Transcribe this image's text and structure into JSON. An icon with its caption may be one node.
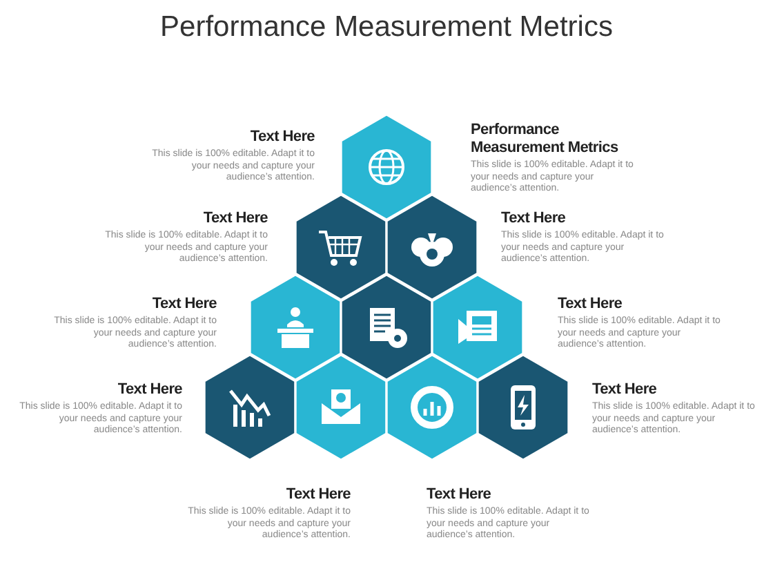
{
  "diagram": {
    "title": "Performance Measurement Metrics",
    "labels": [
      "Text Here",
      "This slide is 100% editable. Adapt it to your needs and capture your audience’s attention.",
      "Performance Measurement Metrics",
      "This slide is 100% editable. Adapt it to your needs and capture your audience’s attention.",
      "Text Here",
      "This slide is 100% editable. Adapt it to your needs and capture your audience’s attention.",
      "Text Here",
      "This slide is 100% editable. Adapt it to your needs and capture your audience’s attention.",
      "Text Here",
      "This slide is 100% editable. Adapt it to your needs and capture your audience’s attention.",
      "Text Here",
      "This slide is 100% editable. Adapt it to your needs and capture your audience’s attention.",
      "Text Here",
      "This slide is 100% editable. Adapt it to your needs and capture your audience’s attention.",
      "Text Here",
      "This slide is 100% editable. Adapt it to your needs and capture your audience’s attention.",
      "Text Here",
      "This slide is 100% editable. Adapt it to your needs and capture your audience’s attention.",
      "Text Here",
      "This slide is 100% editable. Adapt it to your needs and capture your audience’s attention."
    ]
  }
}
